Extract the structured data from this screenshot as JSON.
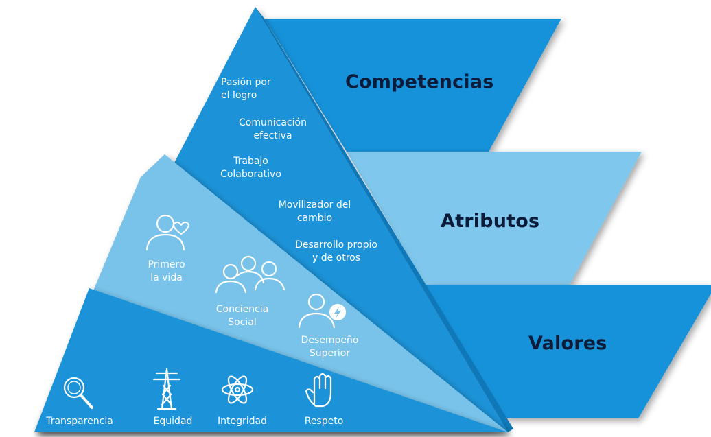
{
  "bands": {
    "competencias": {
      "title": "Competencias",
      "color": "#1592da"
    },
    "atributos": {
      "title": "Atributos",
      "color": "#7fc7ec"
    },
    "valores": {
      "title": "Valores",
      "color": "#1592da"
    }
  },
  "triangle_colors": {
    "dark": "#1a93d8",
    "light": "#79c3ea",
    "shadow": "#0b4f80"
  },
  "competencias": {
    "items": [
      {
        "line1": "Pasión por",
        "line2": "el logro"
      },
      {
        "line1": "Comunicación",
        "line2": "efectiva"
      },
      {
        "line1": "Trabajo",
        "line2": "Colaborativo"
      },
      {
        "line1": "Movilizador del",
        "line2": "cambio"
      },
      {
        "line1": "Desarrollo propio",
        "line2": "y de otros"
      }
    ]
  },
  "atributos": {
    "items": [
      {
        "line1": "Primero",
        "line2": "la vida",
        "icon": "person-heart-icon"
      },
      {
        "line1": "Conciencia",
        "line2": "Social",
        "icon": "group-people-icon"
      },
      {
        "line1": "Desempeño",
        "line2": "Superior",
        "icon": "person-lightning-icon"
      }
    ]
  },
  "valores": {
    "items": [
      {
        "label": "Transparencia",
        "icon": "magnifier-icon"
      },
      {
        "label": "Equidad",
        "icon": "power-tower-icon"
      },
      {
        "label": "Integridad",
        "icon": "atom-icon"
      },
      {
        "label": "Respeto",
        "icon": "hand-icon"
      }
    ]
  }
}
